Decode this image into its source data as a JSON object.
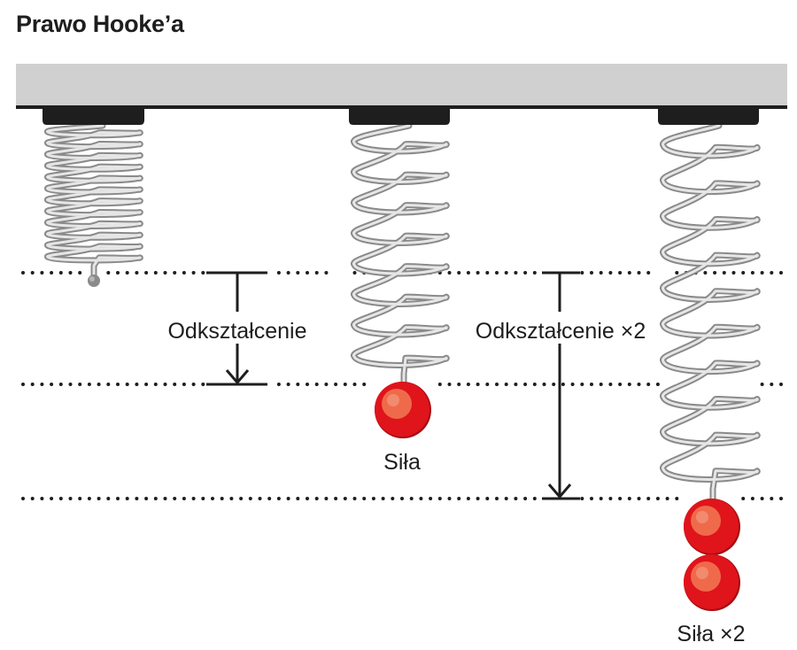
{
  "title": "Prawo Hooke’a",
  "labels": {
    "deformation": "Odkształcenie",
    "deformation_x2": "Odkształcenie ×2",
    "force": "Siła",
    "force_x2": "Siła ×2"
  },
  "springs": [
    {
      "name": "spring-unloaded",
      "load_units": 0,
      "extension_units": 0
    },
    {
      "name": "spring-single-load",
      "load_units": 1,
      "extension_units": 1
    },
    {
      "name": "spring-double-load",
      "load_units": 2,
      "extension_units": 2
    }
  ],
  "colors": {
    "ceiling": "#d0d0d0",
    "ceiling_edge": "#1e1e1e",
    "mount": "#1e1e1e",
    "spring_outer": "#8a8a8a",
    "spring_inner": "#e6e6e6",
    "weight": "#e0141b",
    "weight_dark": "#a80d12",
    "weight_highlight": "#ef6a4a",
    "text": "#1e1e1e"
  }
}
